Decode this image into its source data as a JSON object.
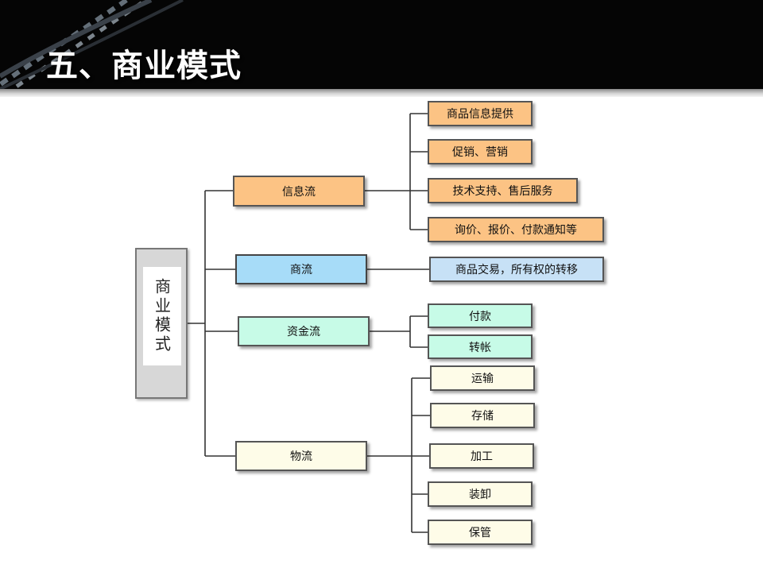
{
  "title": "五、商业模式",
  "root": "商业模式",
  "branches": {
    "info": "信息流",
    "commerce": "商流",
    "capital": "资金流",
    "logistics": "物流"
  },
  "info_items": [
    "商品信息提供",
    "促销、营销",
    "技术支持、售后服务",
    "询价、报价、付款通知等"
  ],
  "commerce_items": [
    "商品交易，所有权的转移"
  ],
  "capital_items": [
    "付款",
    "转帐"
  ],
  "logistics_items": [
    "运输",
    "存储",
    "加工",
    "装卸",
    "保管"
  ],
  "colors": {
    "info": "#fcc384",
    "commerce": "#a7dcf8",
    "capital": "#c7fbe7",
    "logistics": "#fefce8"
  }
}
